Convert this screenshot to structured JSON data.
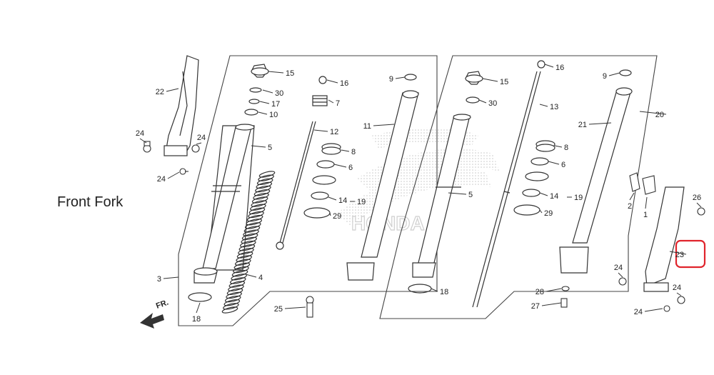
{
  "diagram": {
    "title": "Front Fork",
    "watermark": "HONDA",
    "front_marker": "FR.",
    "highlighted_callout": "23",
    "highlight_color": "#e0242c",
    "line_color": "#333333",
    "callouts": {
      "c22": "22",
      "c24a": "24",
      "c24b": "24",
      "c24c": "24",
      "c15a": "15",
      "c30a": "30",
      "c17": "17",
      "c10": "10",
      "c5a": "5",
      "c16a": "16",
      "c7": "7",
      "c12": "12",
      "c8a": "8",
      "c6a": "6",
      "c14a": "14",
      "c19a": "19",
      "c29a": "29",
      "c9a": "9",
      "c11": "11",
      "c4": "4",
      "c3": "3",
      "c18a": "18",
      "c25": "25",
      "c15b": "15",
      "c30b": "30",
      "c5b": "5",
      "c18b": "18",
      "c16b": "16",
      "c13": "13",
      "c8b": "8",
      "c6b": "6",
      "c14b": "14",
      "c19b": "19",
      "c29b": "29",
      "c9b": "9",
      "c21": "21",
      "c20": "20",
      "c2": "2",
      "c1": "1",
      "c26": "26",
      "c23": "23",
      "c24d": "24",
      "c24e": "24",
      "c24f": "24",
      "c28": "28",
      "c27": "27"
    }
  }
}
